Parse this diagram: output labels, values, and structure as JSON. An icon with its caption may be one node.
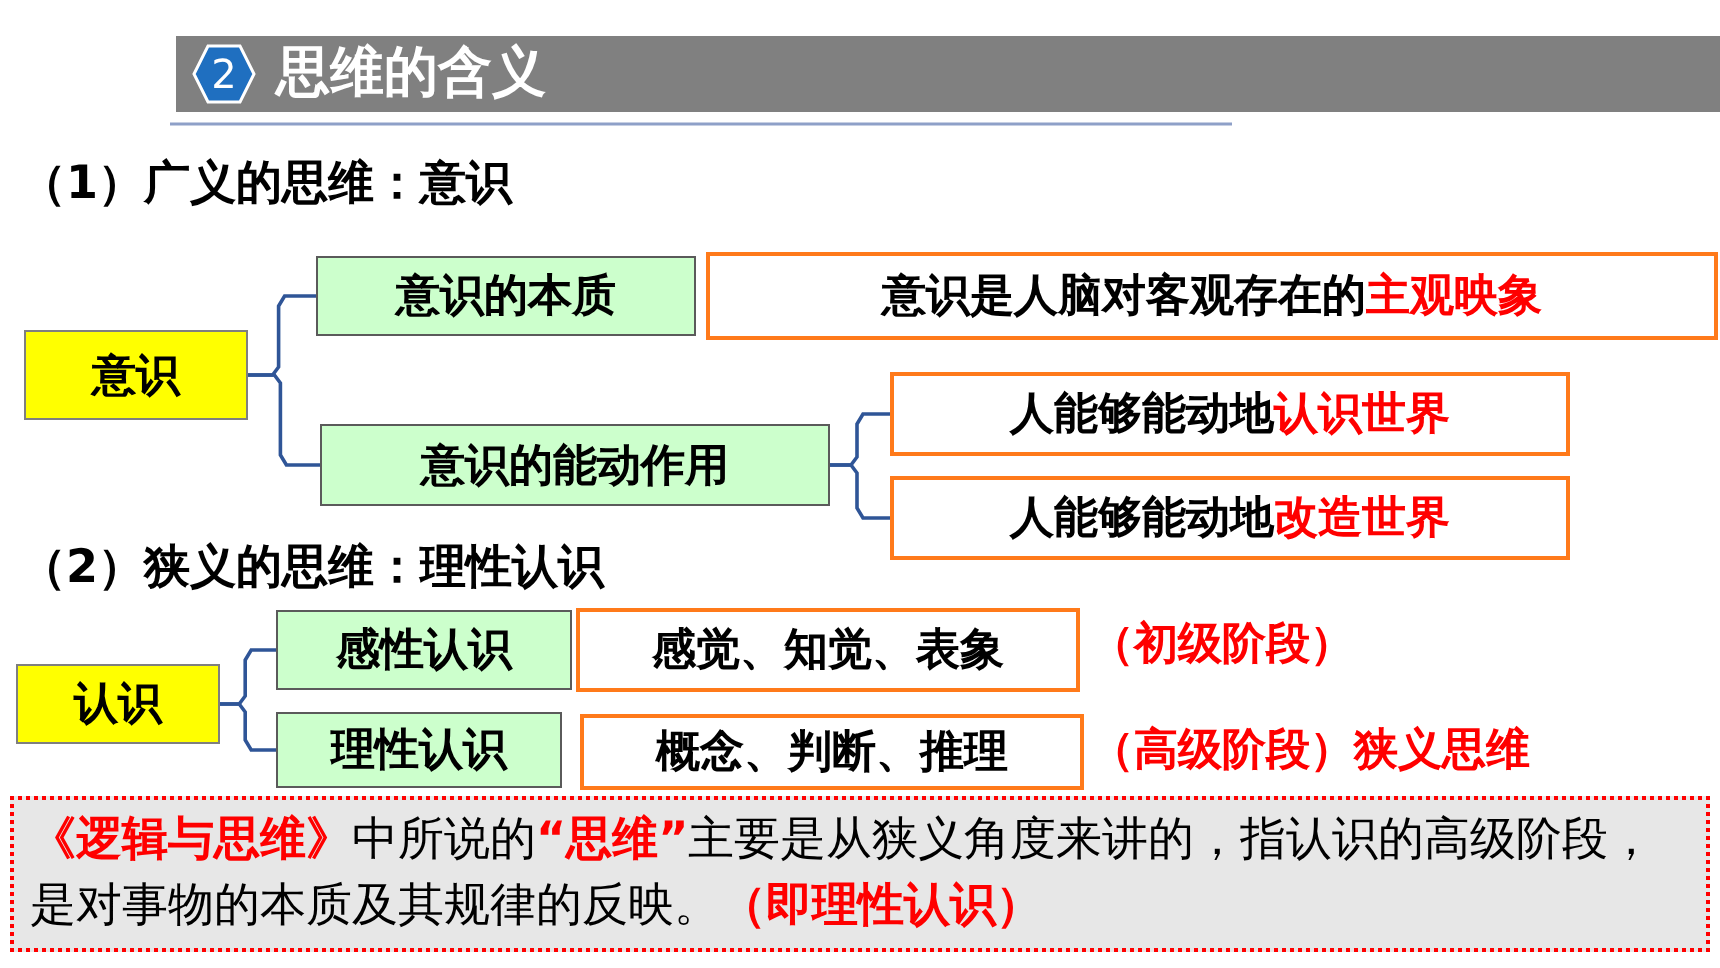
{
  "diagram": {
    "title": "思维的含义",
    "nodes": [
      {
        "text": [
          "意识"
        ]
      },
      {
        "text": [
          "意识的本质"
        ]
      },
      {
        "text": [
          "意识是人脑对客观存在的**主观映象**"
        ]
      },
      {
        "text": [
          "意识的能动作用"
        ]
      },
      {
        "text": [
          "人能够能动地**认识世界**"
        ]
      },
      {
        "text": [
          "人能够能动地**改造世界**"
        ]
      },
      {
        "text": [
          "认识"
        ]
      },
      {
        "text": [
          "感性认识"
        ]
      },
      {
        "text": [
          "感觉、知觉、表象"
        ],
        "beside": [
          "（初级阶段）"
        ]
      },
      {
        "text": [
          "理性认识"
        ]
      },
      {
        "text": [
          "概念、判断、推理"
        ],
        "beside": [
          "（高级阶段）狭义思维"
        ]
      },
      {
        "text": [
          "**《逻辑与思维》**中所说的**“思维”**主要是从狭义角度来讲的，指认识的高级阶段，是对事物的本质及其规律的反映。**（即理性认识）**"
        ]
      }
    ],
    "edges": [
      {
        "from": 0,
        "to": 1,
        "arrow": "none"
      },
      {
        "from": 0,
        "to": 3,
        "arrow": "none"
      },
      {
        "from": 3,
        "to": 4,
        "arrow": "none"
      },
      {
        "from": 3,
        "to": 5,
        "arrow": "none"
      },
      {
        "from": 6,
        "to": 7,
        "arrow": "none"
      },
      {
        "from": 6,
        "to": 9,
        "arrow": "none"
      }
    ],
    "labels": [
      "2",
      "（1）广义的思维：意识",
      "（2）狭义的思维：理性认识"
    ]
  }
}
